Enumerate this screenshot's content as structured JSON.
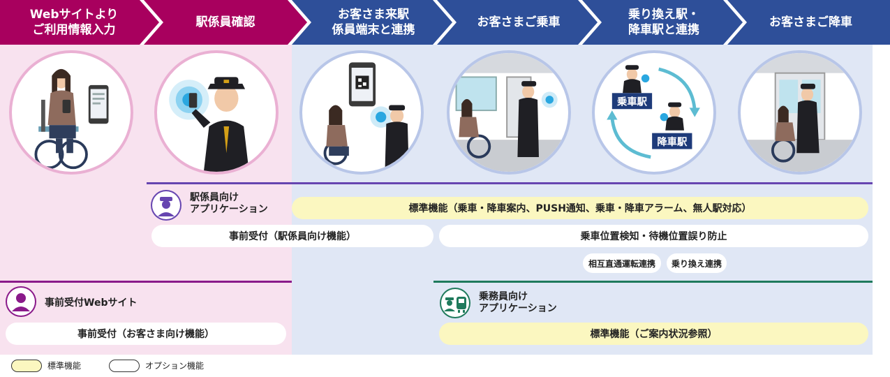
{
  "steps": [
    {
      "label": "Webサイトより\nご利用情報入力",
      "color": "#a8005e"
    },
    {
      "label": "駅係員確認",
      "color": "#a8005e"
    },
    {
      "label": "お客さま来駅\n係員端末と連携",
      "color": "#2e4f99"
    },
    {
      "label": "お客さまご乗車",
      "color": "#2e4f99"
    },
    {
      "label": "乗り換え駅・\n降車駅と連携",
      "color": "#2e4f99"
    },
    {
      "label": "お客さまご降車",
      "color": "#2e4f99"
    }
  ],
  "illustrations": {
    "transfer_labels": {
      "boarding": "乗車駅",
      "alighting": "降車駅"
    }
  },
  "station_app": {
    "label": "駅係員向け\nアプリケーション",
    "line_color": "#6645b0",
    "standard": "標準機能（乗車・降車案内、PUSH通知、乗車・降車アラーム、無人駅対応）",
    "pre_reception": "事前受付（駅係員向け機能）",
    "position_check": "乗車位置検知・待機位置誤り防止",
    "through_service": "相互直通運転連携",
    "transfer": "乗り換え連携"
  },
  "web_site": {
    "label": "事前受付Webサイト",
    "line_color": "#8a1a8a",
    "pre_reception": "事前受付（お客さま向け機能）"
  },
  "crew_app": {
    "label": "乗務員向け\nアプリケーション",
    "line_color": "#1f7a5c",
    "standard": "標準機能（ご案内状況参照）"
  },
  "legend": {
    "standard": "標準機能",
    "option": "オプション機能",
    "standard_color": "#fbf7c0"
  }
}
